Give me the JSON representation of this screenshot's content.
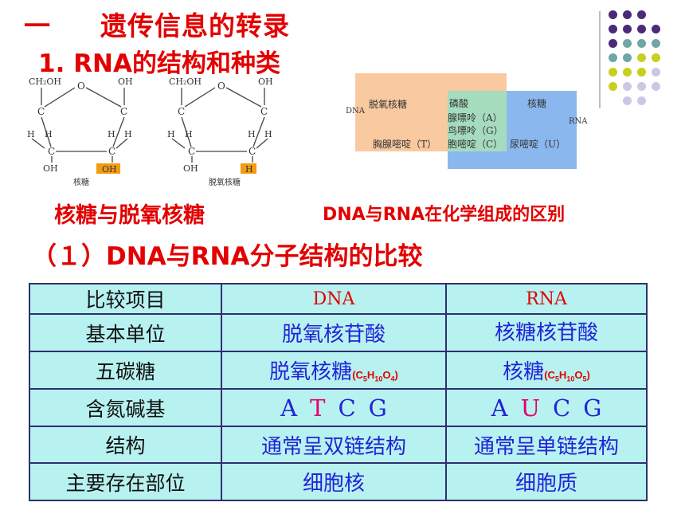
{
  "headings": {
    "section_number": "一",
    "section_title": "遗传信息的转录",
    "subtitle": "1. RNA的结构和种类",
    "sugar_caption": "核糖与脱氧核糖",
    "compare_caption": "DNA与RNA在化学组成的区别",
    "structure_heading": "（１）DNA与RNA分子结构的比较"
  },
  "sugar_diagram": {
    "ribose": {
      "top_left": "CH₂OH",
      "top_right": "OH",
      "bottom_left": "OH",
      "bottom_right_box": "OH",
      "caption": "核糖"
    },
    "deoxyribose": {
      "top_left": "CH₂OH",
      "top_right": "OH",
      "bottom_left": "OH",
      "bottom_right_box": "H",
      "caption": "脱氧核糖"
    },
    "atom_c": "C",
    "atom_h": "H",
    "atom_o": "O",
    "box_color": "#f39c12"
  },
  "composition_diagram": {
    "dna_label": "DNA",
    "rna_label": "RNA",
    "dna_sugar": "脱氧核糖",
    "dna_only_base": "胸腺嘧啶（T）",
    "shared": [
      "磷酸",
      "腺嘌呤（A）",
      "鸟嘌呤（G）",
      "胞嘧啶（C）"
    ],
    "rna_sugar": "核糖",
    "rna_only_base": "尿嘧啶（U）",
    "colors": {
      "dna": "#f9c9a0",
      "rna": "#8ab8ee",
      "overlap": "#a6dcbe"
    }
  },
  "table": {
    "header": {
      "item": "比较项目",
      "dna": "DNA",
      "rna": "RNA"
    },
    "rows": [
      {
        "label": "基本单位",
        "dna": "脱氧核苷酸",
        "rna": "核糖核苷酸"
      },
      {
        "label": "五碳糖",
        "dna": "脱氧核糖",
        "dna_formula": [
          "(C",
          "5",
          "H",
          "10",
          "O",
          "4",
          ")"
        ],
        "rna": "核糖",
        "rna_formula": [
          "(C",
          "5",
          "H",
          "10",
          "O",
          "5",
          ")"
        ]
      },
      {
        "label": "含氮碱基",
        "dna_bases": [
          "A",
          "T",
          "C",
          "G"
        ],
        "rna_bases": [
          "A",
          "U",
          "C",
          "G"
        ]
      },
      {
        "label": "结构",
        "dna": "通常呈双链结构",
        "rna": "通常呈单链结构"
      },
      {
        "label": "主要存在部位",
        "dna": "细胞核",
        "rna": "细胞质"
      }
    ],
    "colors": {
      "background": "#b7f2f0",
      "border": "#2f2f6f",
      "blue_text": "#2323d8",
      "highlight": "#e3006a"
    }
  },
  "decoration": {
    "dot_colors": {
      "purple": "#4b2a7a",
      "teal": "#6fa6a6",
      "lime": "#c7cf1f",
      "lavender": "#c9c9e6"
    }
  }
}
